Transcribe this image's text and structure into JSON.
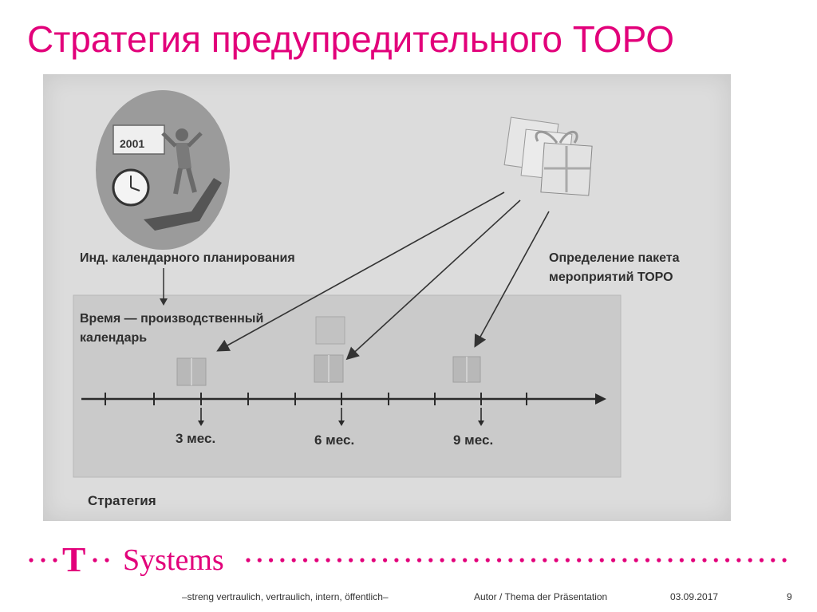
{
  "slide": {
    "title": "Стратегия предупредительного ТОРО"
  },
  "figure": {
    "calendar_year": "2001",
    "calendar_indicator_label": "Инд. календарного планирования",
    "package_label_line1": "Определение пакета",
    "package_label_line2": "мероприятий ТОРО",
    "time_label_line1": "Время — производственный",
    "time_label_line2": "календарь",
    "strategy_label": "Стратегия",
    "milestones": [
      {
        "label": "3 мес."
      },
      {
        "label": "6 мес."
      },
      {
        "label": "9 мес."
      }
    ]
  },
  "brand": {
    "logo_t": "T",
    "logo_systems": "Systems",
    "color": "#e2007a"
  },
  "footer": {
    "confidentiality": "–streng vertraulich, vertraulich, intern, öffentlich–",
    "author": "Autor / Thema der Präsentation",
    "date": "03.09.2017",
    "page": "9"
  }
}
